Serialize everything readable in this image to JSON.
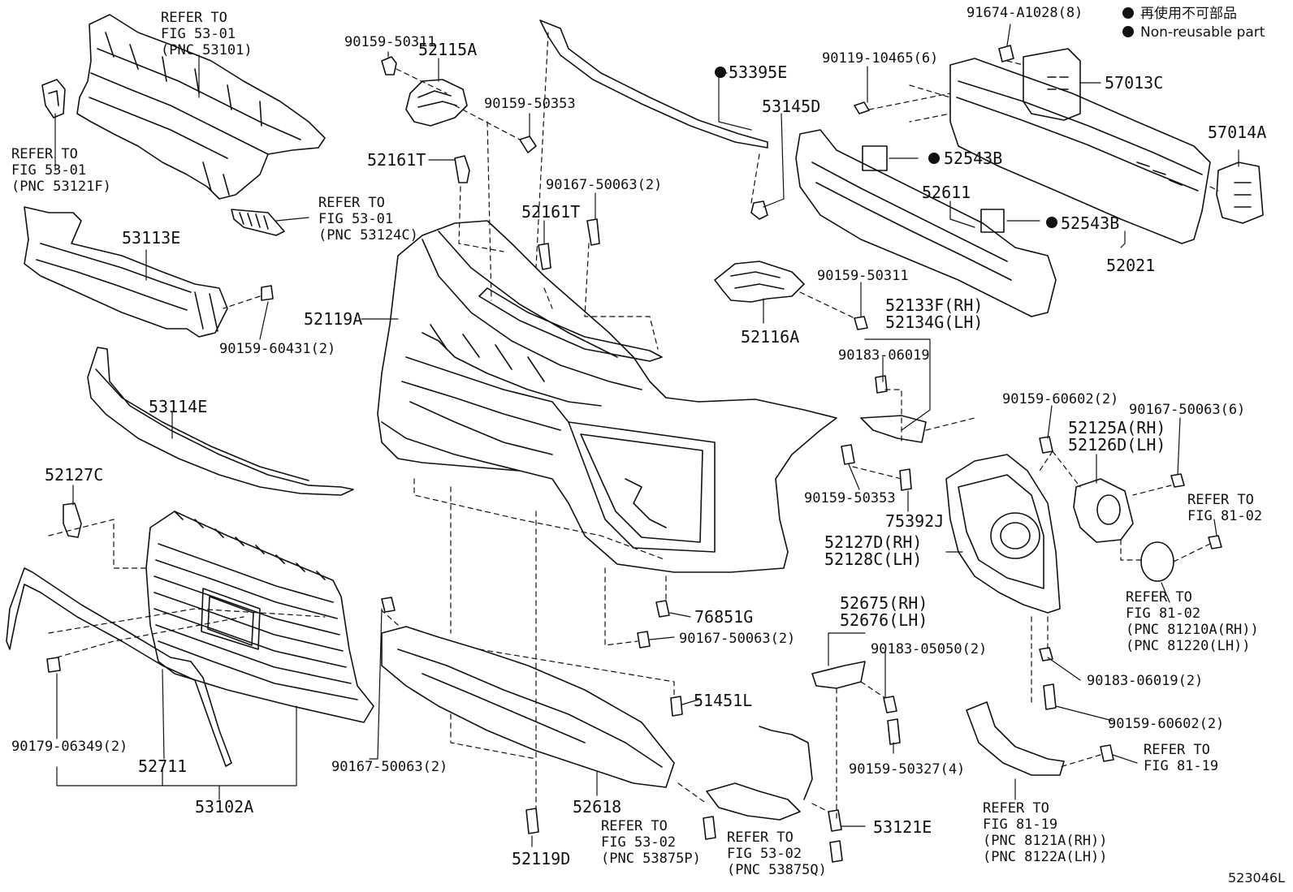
{
  "legend": {
    "jp": "再使用不可部品",
    "en": "Non-reusable part",
    "dot_color": "#111111"
  },
  "refs": {
    "r1": [
      "REFER TO",
      "FIG 53-01",
      "(PNC 53101)"
    ],
    "r2": [
      "REFER TO",
      "FIG 53-01",
      "(PNC 53121F)"
    ],
    "r3": [
      "REFER TO",
      "FIG 53-01",
      "(PNC 53124C)"
    ],
    "r4": [
      "REFER TO",
      "FIG 81-02"
    ],
    "r5": [
      "REFER TO",
      "FIG 81-02",
      "(PNC 81210A(RH))",
      "(PNC 81220(LH))"
    ],
    "r6": [
      "REFER TO",
      "FIG 81-19"
    ],
    "r7": [
      "REFER TO",
      "FIG 81-19",
      "(PNC 8121A(RH))",
      "(PNC 8122A(LH))"
    ],
    "r8": [
      "REFER TO",
      "FIG 53-02",
      "(PNC 53875P)"
    ],
    "r9": [
      "REFER TO",
      "FIG 53-02",
      "(PNC 53875Q)"
    ]
  },
  "parts": {
    "p90159_50311_a": "90159-50311",
    "p52115A": "52115A",
    "p90159_50353_a": "90159-50353",
    "p52161T_a": "52161T",
    "p90167_50063_a": "90167-50063(2)",
    "p52161T_b": "52161T",
    "p53395E": "53395E",
    "p53145D": "53145D",
    "p90119_10465": "90119-10465(6)",
    "p91674": "91674-A1028(8)",
    "p57013C": "57013C",
    "p57014A": "57014A",
    "p52543B_a": "52543B",
    "p52543B_b": "52543B",
    "p52611": "52611",
    "p52021": "52021",
    "p53113E": "53113E",
    "p90159_60431": "90159-60431(2)",
    "p52119A": "52119A",
    "p52116A": "52116A",
    "p90159_50311_b": "90159-50311",
    "p52133F": "52133F(RH)",
    "p52134G": "52134G(LH)",
    "p90183_06019_a": "90183-06019",
    "p53114E": "53114E",
    "p52127C": "52127C",
    "p90159_60602_a": "90159-60602(2)",
    "p90167_50063_b": "90167-50063(6)",
    "p52125A": "52125A(RH)",
    "p52126D": "52126D(LH)",
    "p90159_50353_b": "90159-50353",
    "p75392J": "75392J",
    "p52127D": "52127D(RH)",
    "p52128C": "52128C(LH)",
    "p76851G": "76851G",
    "p90167_50063_c": "90167-50063(2)",
    "p52675": "52675(RH)",
    "p52676": "52676(LH)",
    "p90183_05050": "90183-05050(2)",
    "p90183_06019_b": "90183-06019(2)",
    "p51451L": "51451L",
    "p90159_60602_b": "90159-60602(2)",
    "p90179_06349": "90179-06349(2)",
    "p90167_50063_d": "90167-50063(2)",
    "p90159_50327": "90159-50327(4)",
    "p52711": "52711",
    "p52618": "52618",
    "p53102A": "53102A",
    "p53121E": "53121E",
    "p52119D": "52119D"
  },
  "illustration_code": "523046L",
  "colors": {
    "line": "#111111",
    "fill": "#ffffff"
  }
}
